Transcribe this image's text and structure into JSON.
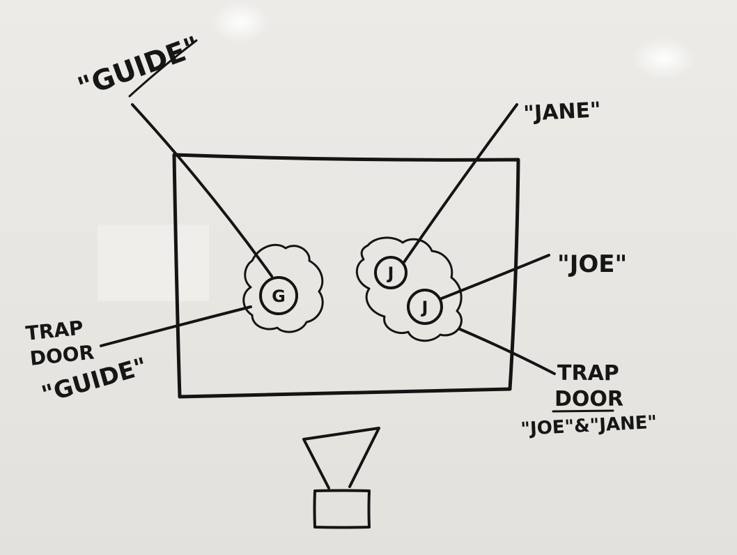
{
  "labels": {
    "guide_top": "\"GUIDE\"",
    "jane_top": "\"JANE\"",
    "joe_right": "\"JOE\"",
    "trap_left_1": "TRAP",
    "trap_left_2": "DOOR",
    "trap_left_3": "\"GUIDE\"",
    "trap_right_1": "TRAP",
    "trap_right_2": "DOOR",
    "trap_right_3": "\"JOE\"&\"JANE\""
  },
  "markers": {
    "guide": "G",
    "jane": "J",
    "joe": "J"
  },
  "colors": {
    "board": "#e9e7e3",
    "ink": "#141414"
  }
}
